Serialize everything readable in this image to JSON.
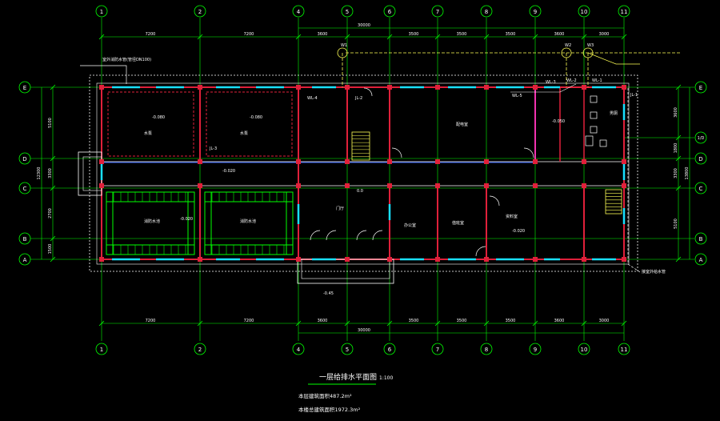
{
  "grid": {
    "columns": [
      "1",
      "2",
      "4",
      "5",
      "6",
      "7",
      "8",
      "9",
      "10",
      "11"
    ],
    "rows": [
      "E",
      "D",
      "C",
      "B",
      "A"
    ],
    "extra_row": "1/D"
  },
  "dims": {
    "top": [
      "7200",
      "7200",
      "3600",
      "3500",
      "3500",
      "3500",
      "3600",
      "3000"
    ],
    "bottom": [
      "7200",
      "7200",
      "3600",
      "3500",
      "3500",
      "3500",
      "3600",
      "3000"
    ],
    "total": "30000",
    "left": [
      "5100",
      "3300",
      "2700",
      "1500"
    ],
    "left_total": "12300",
    "right": [
      "3600",
      "1800",
      "3300",
      "5100"
    ],
    "right_total": "13800"
  },
  "rooms": {
    "r1": "水泵",
    "r2": "水泵",
    "r3": "消防水池",
    "r4": "消防水池",
    "r5": "配电室",
    "r6": "男厕",
    "r7": "门厅",
    "r8": "办公室",
    "r9": "值班室",
    "r10": "资料室"
  },
  "levels": {
    "l1": "-0.080",
    "l2": "-0.080",
    "l3": "-0.020",
    "l4": "0.0",
    "l5": "-0.050",
    "l6": "-0.020",
    "l7": "-0.45",
    "l8": "-0.020"
  },
  "pipes": {
    "wl4": "WL-4",
    "wl5": "WL-5",
    "wl3": "WL-3",
    "wl2": "WL-2",
    "wl1": "WL-1",
    "jl2": "JL-2",
    "jl1": "JL-1",
    "jl3": "JL-3",
    "w1": "W1",
    "w2": "W2",
    "w3": "W3"
  },
  "notes": {
    "tl": "室外消防水管(管径DN100)",
    "br": "接室外给水管"
  },
  "title": "一层给排水平面图",
  "scale": "1:100",
  "area1": "本层建筑面积487.2m²",
  "area2": "本楼总建筑面积1972.3m²"
}
